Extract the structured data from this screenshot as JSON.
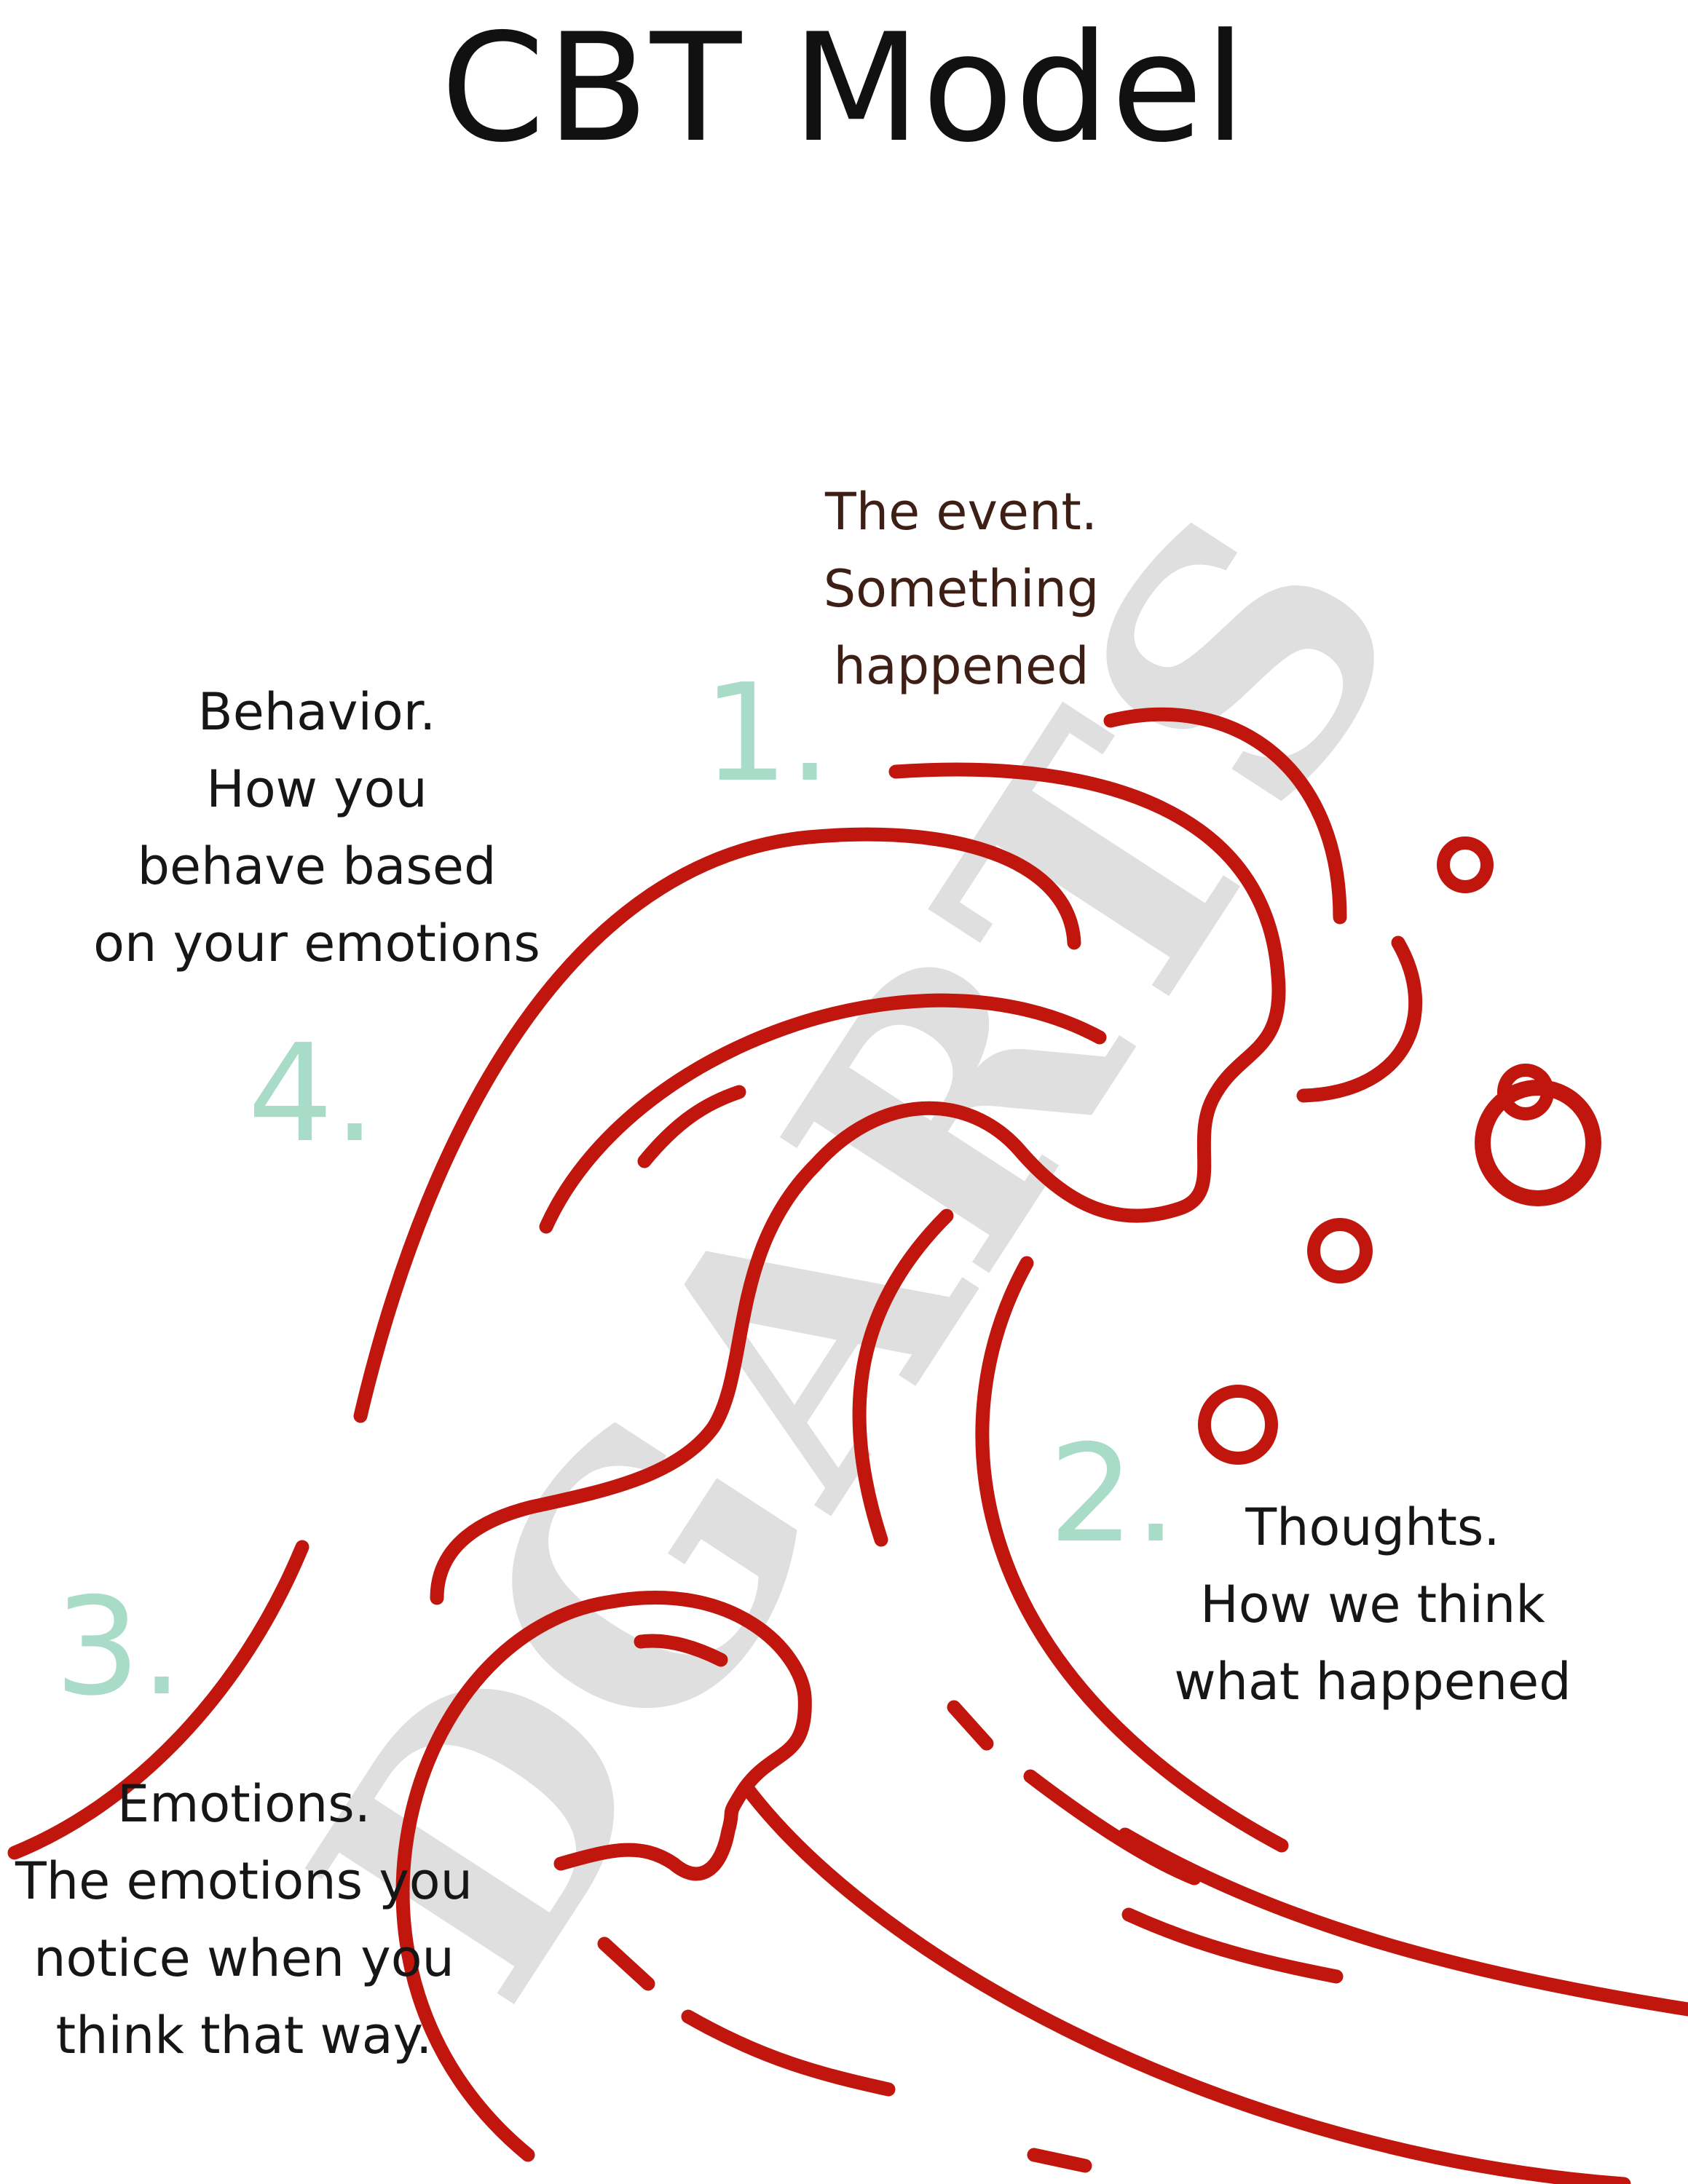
{
  "title": "CBT Model",
  "watermark": "DGARTS",
  "colors": {
    "title": "#111111",
    "wave": "#c0160e",
    "step_number": "#a9dcc8",
    "event_text": "#3d1f16",
    "body_text": "#161616",
    "watermark": "#bbbbbb"
  },
  "steps": [
    {
      "number": "1.",
      "lines": [
        "The event.",
        "Something",
        "happened"
      ]
    },
    {
      "number": "2.",
      "lines": [
        "Thoughts.",
        "How we think",
        "what happened"
      ]
    },
    {
      "number": "3.",
      "lines": [
        "Emotions.",
        "The emotions you",
        "notice when you",
        "think that way."
      ]
    },
    {
      "number": "4.",
      "lines": [
        "Behavior.",
        "How you",
        "behave based",
        "on your emotions"
      ]
    }
  ]
}
